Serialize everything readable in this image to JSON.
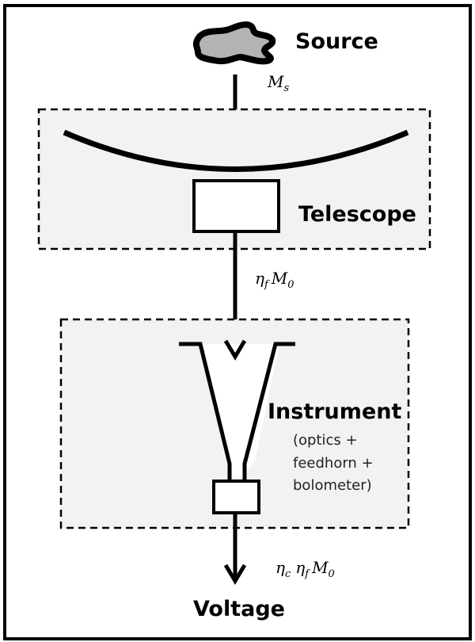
{
  "diagram": {
    "source": {
      "label": "Source"
    },
    "telescope": {
      "label": "Telescope"
    },
    "instrument": {
      "label": "Instrument",
      "sublabel_lines": [
        "(optics +",
        "feedhorn +",
        "bolometer)"
      ]
    },
    "output": {
      "label": "Voltage"
    },
    "signals": {
      "source_to_telescope": {
        "symbol": "M",
        "subscript": "s"
      },
      "telescope_to_instrument": {
        "eta": "η",
        "eta_sub": "f",
        "symbol": "M",
        "subscript": "0"
      },
      "instrument_to_voltage": {
        "eta1": "η",
        "eta1_sub": "c",
        "eta2": "η",
        "eta2_sub": "f",
        "symbol": "M",
        "subscript": "0"
      }
    },
    "colors": {
      "stroke": "#000000",
      "box_fill": "#f2f2f2",
      "source_fill": "#b3b3b3",
      "component_fill": "#ffffff"
    }
  }
}
